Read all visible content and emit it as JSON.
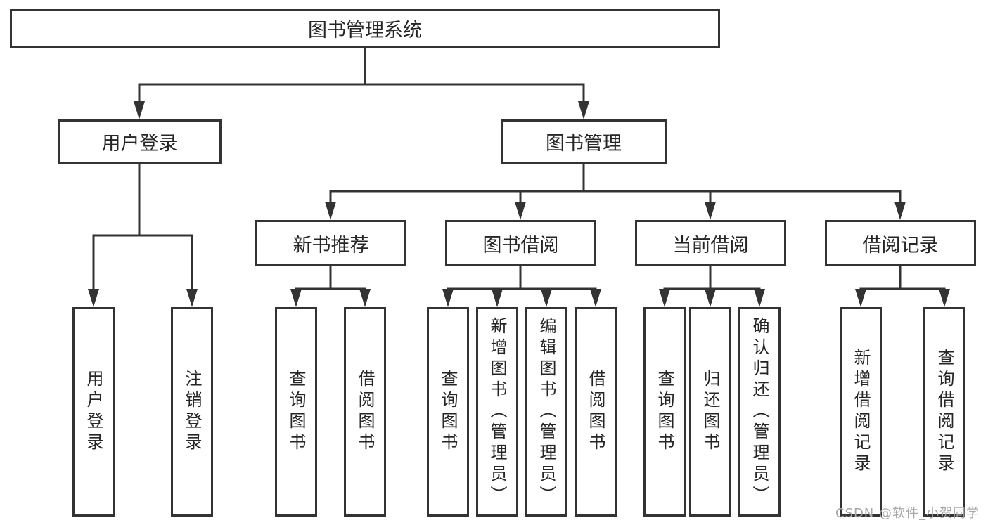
{
  "diagram": {
    "root": {
      "label": "图书管理系统"
    },
    "branches": [
      {
        "label": "用户登录",
        "leaves": [
          "用户登录",
          "注销登录"
        ]
      },
      {
        "label": "图书管理",
        "children": [
          {
            "label": "新书推荐",
            "leaves": [
              "查询图书",
              "借阅图书"
            ]
          },
          {
            "label": "图书借阅",
            "leaves": [
              "查询图书",
              "新增图书（管理员）",
              "编辑图书（管理员）",
              "借阅图书"
            ]
          },
          {
            "label": "当前借阅",
            "leaves": [
              "查询图书",
              "归还图书",
              "确认归还（管理员）"
            ]
          },
          {
            "label": "借阅记录",
            "leaves": [
              "新增借阅记录",
              "查询借阅记录"
            ]
          }
        ]
      }
    ]
  },
  "watermark": {
    "text": "CSDN @软件_小贺同学"
  },
  "colors": {
    "line": "#333333",
    "box_border": "#333333",
    "text": "#262626",
    "watermark": "#a8a8a8",
    "background": "#ffffff"
  }
}
